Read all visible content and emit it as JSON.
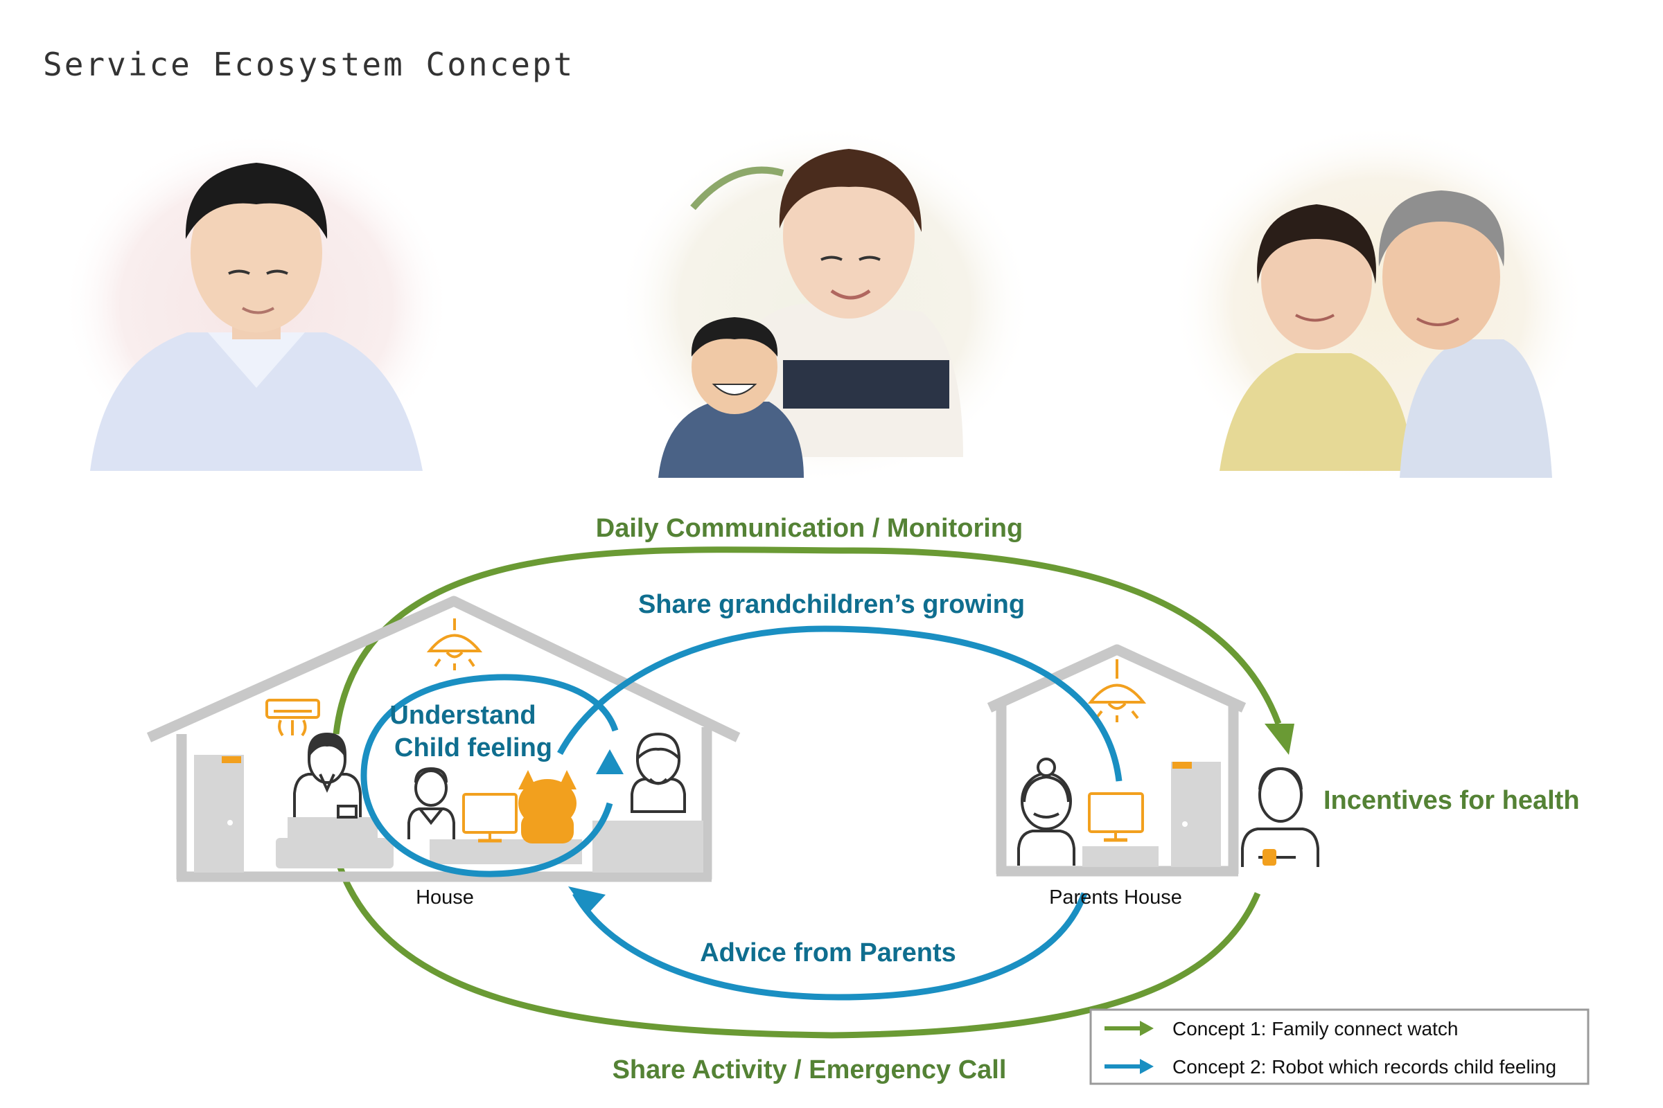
{
  "page": {
    "title": "Service Ecosystem Concept"
  },
  "labels": {
    "top_green": "Daily Communication / Monitoring",
    "top_blue": "Share grandchildren’s growing",
    "inner_line1": "Understand",
    "inner_line2": "Child feeling",
    "bottom_blue": "Advice from Parents",
    "bottom_green": "Share Activity / Emergency Call",
    "incentives": "Incentives for health",
    "house_left": "House",
    "house_right": "Parents House"
  },
  "legend": {
    "items": [
      {
        "label": "Concept 1: Family connect watch",
        "color": "#6a9a34"
      },
      {
        "label": "Concept 2: Robot which records child feeling",
        "color": "#1a8fc2"
      }
    ]
  },
  "photos": [
    {
      "subject": "young father"
    },
    {
      "subject": "mother and child"
    },
    {
      "subject": "grandparents"
    }
  ],
  "colors": {
    "concept1": "#6a9a34",
    "concept2": "#1a8fc2",
    "house": "#c8c8c8",
    "accent": "#f2a01e",
    "person_outline": "#333333"
  }
}
